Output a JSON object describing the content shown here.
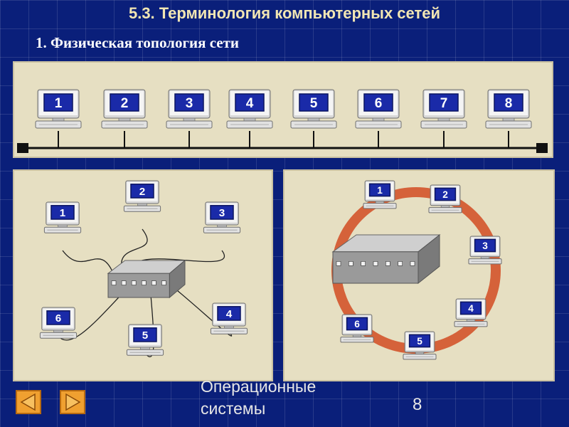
{
  "header": {
    "title": "5.3. Терминология компьютерных сетей",
    "subtitle": "1. Физическая топология сети"
  },
  "diagrams": {
    "bus": {
      "nodes": [
        "1",
        "2",
        "3",
        "4",
        "5",
        "6",
        "7",
        "8"
      ]
    },
    "star": {
      "nodes": [
        "1",
        "2",
        "3",
        "4",
        "5",
        "6"
      ]
    },
    "ring": {
      "nodes": [
        "1",
        "2",
        "3",
        "4",
        "5",
        "6"
      ]
    }
  },
  "footer": {
    "course_line1": "Операционные",
    "course_line2": "системы",
    "page_number": "8"
  },
  "nav": {
    "prev_icon": "triangle-left-icon",
    "next_icon": "triangle-right-icon"
  },
  "colors": {
    "background": "#0a1f7a",
    "panel": "#e6dfc2",
    "ring": "#d5623a",
    "screen": "#1a2aa8",
    "nav_button": "#f0a030"
  }
}
